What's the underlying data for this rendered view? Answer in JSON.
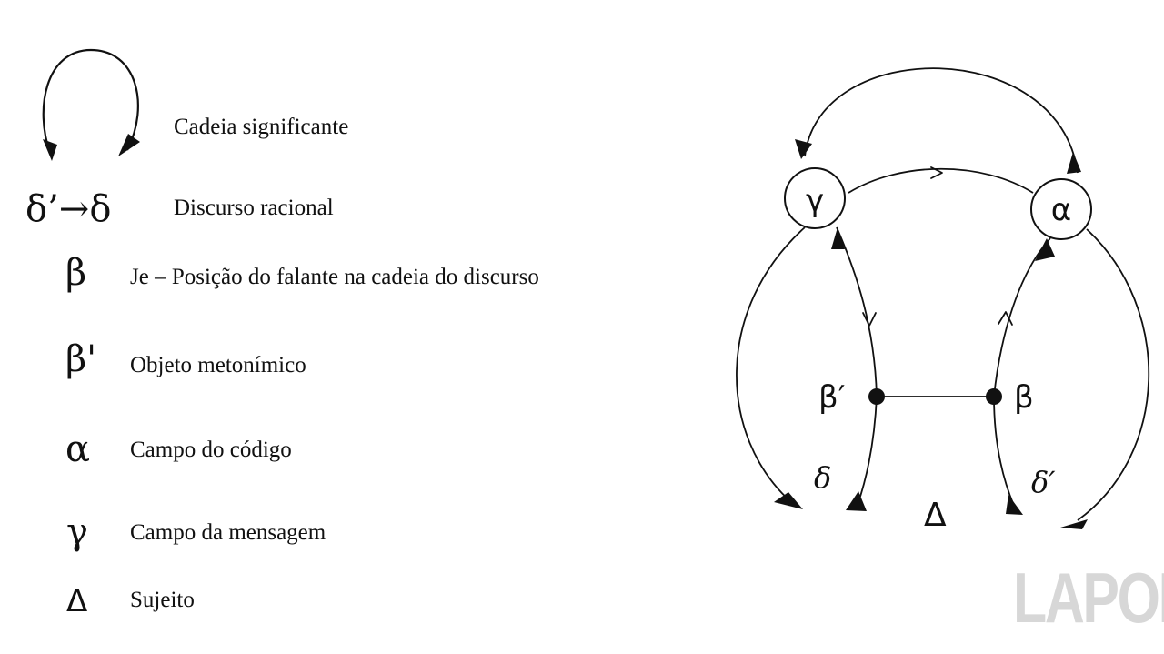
{
  "legend": {
    "chain_label": "Cadeia significante",
    "discourse_symbol": "δ’→δ",
    "discourse_label": "Discurso racional",
    "beta_symbol": "β",
    "beta_label": "Je – Posição do falante na cadeia do discurso",
    "beta_prime_symbol": "β'",
    "beta_prime_label": "Objeto metonímico",
    "alpha_symbol": "α",
    "alpha_label": "Campo do código",
    "gamma_symbol": "γ",
    "gamma_label": "Campo da mensagem",
    "delta_symbol": "Δ",
    "delta_label": "Sujeito"
  },
  "diagram": {
    "gamma_node": "γ",
    "alpha_node": "α",
    "beta_prime_node": "β′",
    "beta_node": "β",
    "delta_small": "δ",
    "delta_prime_small": "δ′",
    "subject": "Δ"
  },
  "watermark": "LAPOL",
  "colors": {
    "ink": "#111111",
    "watermark": "#d7d7d7",
    "background": "#ffffff"
  }
}
